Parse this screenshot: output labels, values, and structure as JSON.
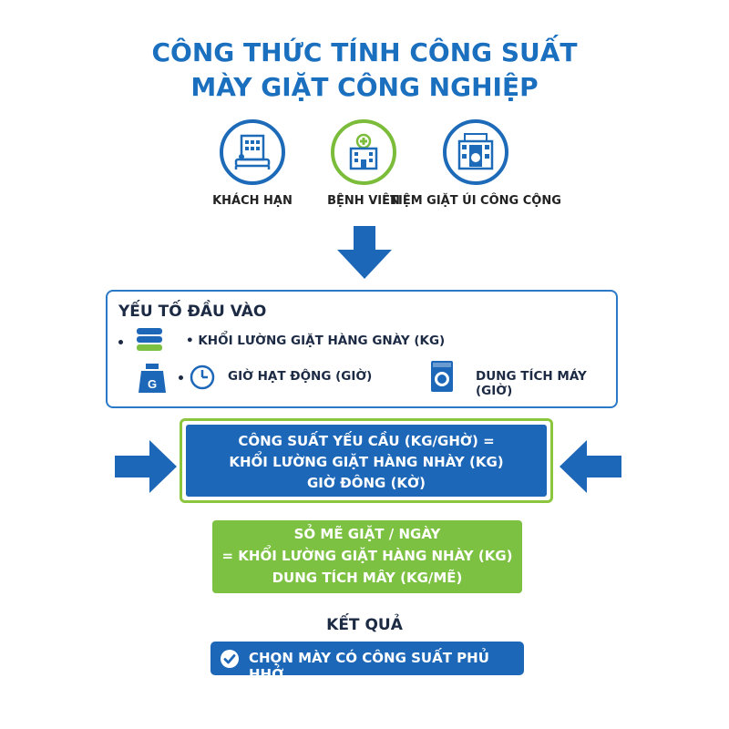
{
  "title": {
    "line1": "CÔNG THỨC TÍNH CÔNG SUẤT",
    "line2": "MÀY GIẶT CÔNG NGHIỆP"
  },
  "categories": [
    {
      "label": "KHÁCH HẠN",
      "icon": "hotel-icon"
    },
    {
      "label": "BỆNH VIÊN",
      "icon": "hospital-icon"
    },
    {
      "label": "TIỆM GIẶT ÚI CÔNG CỘNG",
      "icon": "laundromat-icon"
    }
  ],
  "inputs": {
    "title": "YẾU TỐ ĐẦU VÀO",
    "row1": "• KHỔI LƯỜNG GIẶT HÀNG GNÀY (KG)",
    "row2": "GIỜ HẠT ĐỘNG (GIỜ)",
    "row3": "DUNG TÍCH MÁY (GIỜ)",
    "weight_glyph": "G"
  },
  "formula1": {
    "line1": "CÔNG SUẤT YẾU CẦU (KG/GHỜ) =",
    "line2": "KHỔI LƯỜNG GIẶT HÀNG NHÀY (KG)",
    "line3": "GIỜ ĐÔNG (KỜ)"
  },
  "formula2": {
    "line1": "SỎ MẼ GIẶT / NGÀY",
    "line2": "= KHỔI LƯỜNG GIẶT HÀNG NHÀY (KG)",
    "line3": "DUNG TÍCH MÂY (KG/MẼ)"
  },
  "result": {
    "label": "KẾT QUẢ",
    "button": "CHỌN MÀY CÓ CÔNG SUẤT PHỦ HHỞ"
  },
  "colors": {
    "primary_blue": "#1d67b8",
    "accent_green": "#7cc142",
    "title_blue": "#1b6fbf"
  }
}
